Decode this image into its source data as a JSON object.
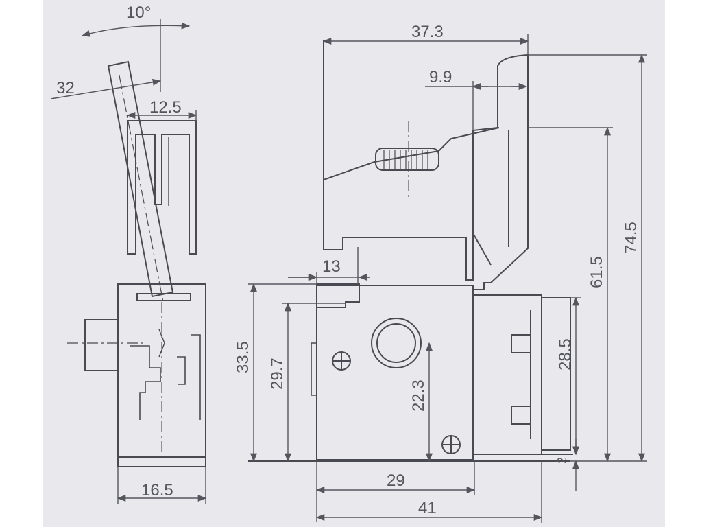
{
  "colors": {
    "paper": "#e9e9ed",
    "border": "#ffffff",
    "line": "#4a4a52",
    "dim": "#55555e"
  },
  "side_view": {
    "angle_label": "10°",
    "dim_32": "32",
    "dim_12_5": "12.5",
    "dim_16_5": "16.5"
  },
  "front_view": {
    "dim_37_3": "37.3",
    "dim_9_9": "9.9",
    "dim_13": "13",
    "dim_33_5": "33.5",
    "dim_29_7": "29.7",
    "dim_22_3": "22.3",
    "dim_28_5": "28.5",
    "dim_61_5": "61.5",
    "dim_74_5": "74.5",
    "dim_2": "2",
    "dim_29": "29",
    "dim_41": "41"
  }
}
